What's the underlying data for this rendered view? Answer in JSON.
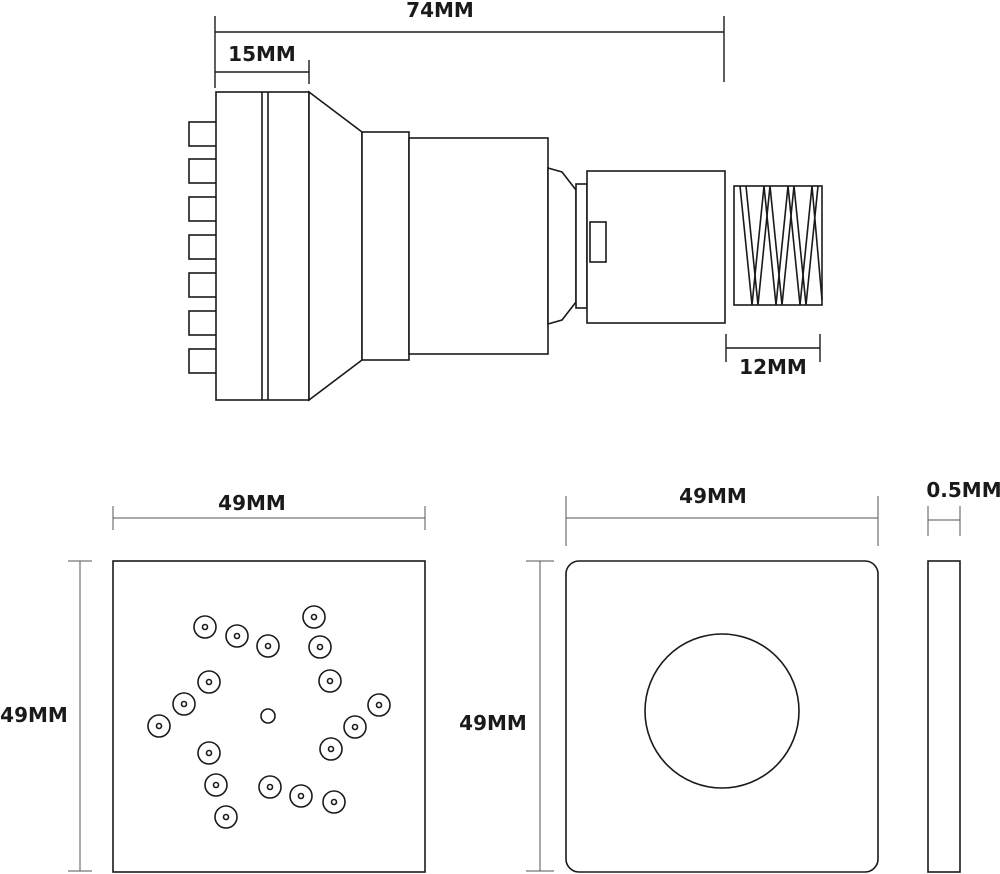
{
  "dimensions": {
    "overall_length": "74MM",
    "head_length": "15MM",
    "thread_length": "12MM",
    "front_width": "49MM",
    "front_height": "49MM",
    "back_width": "49MM",
    "back_height": "49MM",
    "side_thickness": "0.5MM"
  }
}
